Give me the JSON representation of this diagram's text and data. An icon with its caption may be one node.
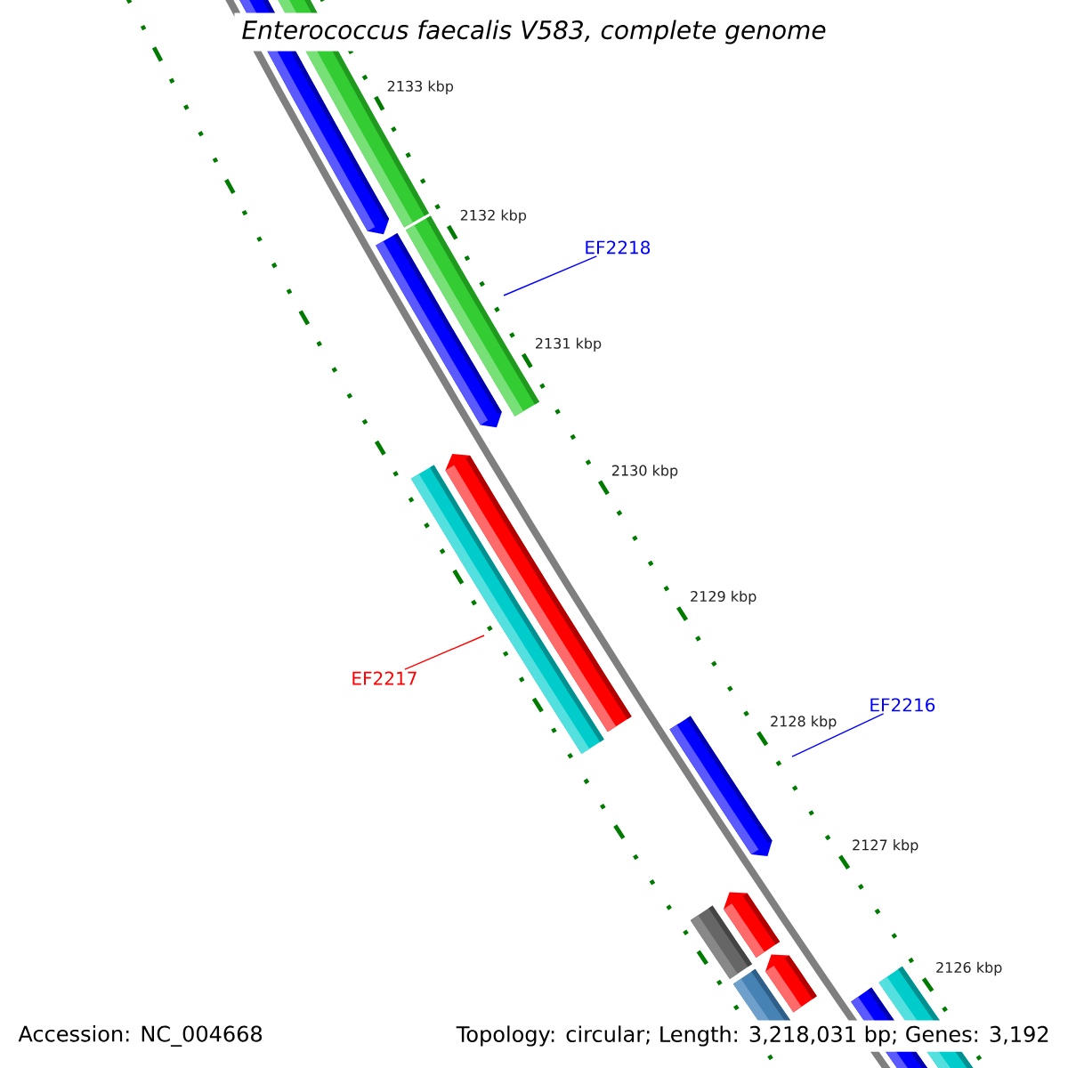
{
  "diagram": {
    "title": "Enterococcus faecalis V583, complete genome",
    "nodes": [
      {
        "text": [
          "EF2218"
        ]
      },
      {
        "text": [
          "EF2217"
        ]
      },
      {
        "text": [
          "EF2216"
        ]
      }
    ],
    "edges": [
      {
        "from": 0,
        "to": null,
        "arrow": "none",
        "color": "#0000ff"
      },
      {
        "from": 1,
        "to": null,
        "arrow": "none",
        "color": "#ff0000"
      },
      {
        "from": 2,
        "to": null,
        "arrow": "none",
        "color": "#0000ff"
      }
    ],
    "labels": [
      "2133 kbp",
      "2132 kbp",
      "2131 kbp",
      "2130 kbp",
      "2129 kbp",
      "2128 kbp",
      "2127 kbp",
      "2126 kbp",
      "Accession: NC_004668",
      "Topology: circular; Length: 3,218,031 bp; Genes: 3,192"
    ]
  }
}
